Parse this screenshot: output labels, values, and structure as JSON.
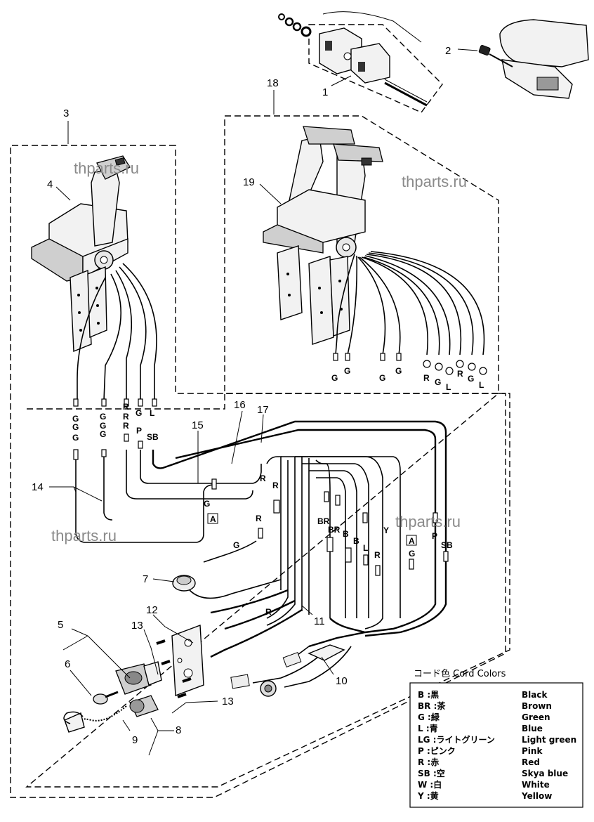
{
  "callouts": [
    "1",
    "2",
    "3",
    "4",
    "5",
    "6",
    "7",
    "8",
    "9",
    "10",
    "11",
    "12",
    "13",
    "13",
    "14",
    "15",
    "16",
    "17",
    "18",
    "19"
  ],
  "watermarks": [
    "thparts.ru",
    "thparts.ru",
    "thparts.ru",
    "thparts.ru"
  ],
  "wire_codes": {
    "left_lever": [
      "G",
      "G",
      "R",
      "G",
      "L"
    ],
    "left_row2": [
      "G",
      "G",
      "R",
      "P",
      "SB"
    ],
    "left_row3": [
      "G",
      "G",
      "R"
    ],
    "right_lever": [
      "G",
      "G",
      "G",
      "G",
      "R",
      "G",
      "L",
      "R",
      "G",
      "L"
    ],
    "harness": [
      "R",
      "R",
      "R",
      "G",
      "G",
      "BR",
      "BR",
      "B",
      "B",
      "L",
      "R",
      "Y",
      "P",
      "SB",
      "G",
      "R"
    ]
  },
  "connector_marks": [
    "A",
    "A"
  ],
  "legend": {
    "title": "コード色 Cord Colors",
    "rows": [
      {
        "code": "B :黒",
        "color": "Black"
      },
      {
        "code": "BR :茶",
        "color": "Brown"
      },
      {
        "code": "G :緑",
        "color": "Green"
      },
      {
        "code": "L :青",
        "color": "Blue"
      },
      {
        "code": "LG :ライトグリーン",
        "color": "Light green"
      },
      {
        "code": "P :ピンク",
        "color": "Pink"
      },
      {
        "code": "R :赤",
        "color": "Red"
      },
      {
        "code": "SB :空",
        "color": "Skya blue"
      },
      {
        "code": "W :白",
        "color": "White"
      },
      {
        "code": "Y :黄",
        "color": "Yellow"
      }
    ]
  }
}
